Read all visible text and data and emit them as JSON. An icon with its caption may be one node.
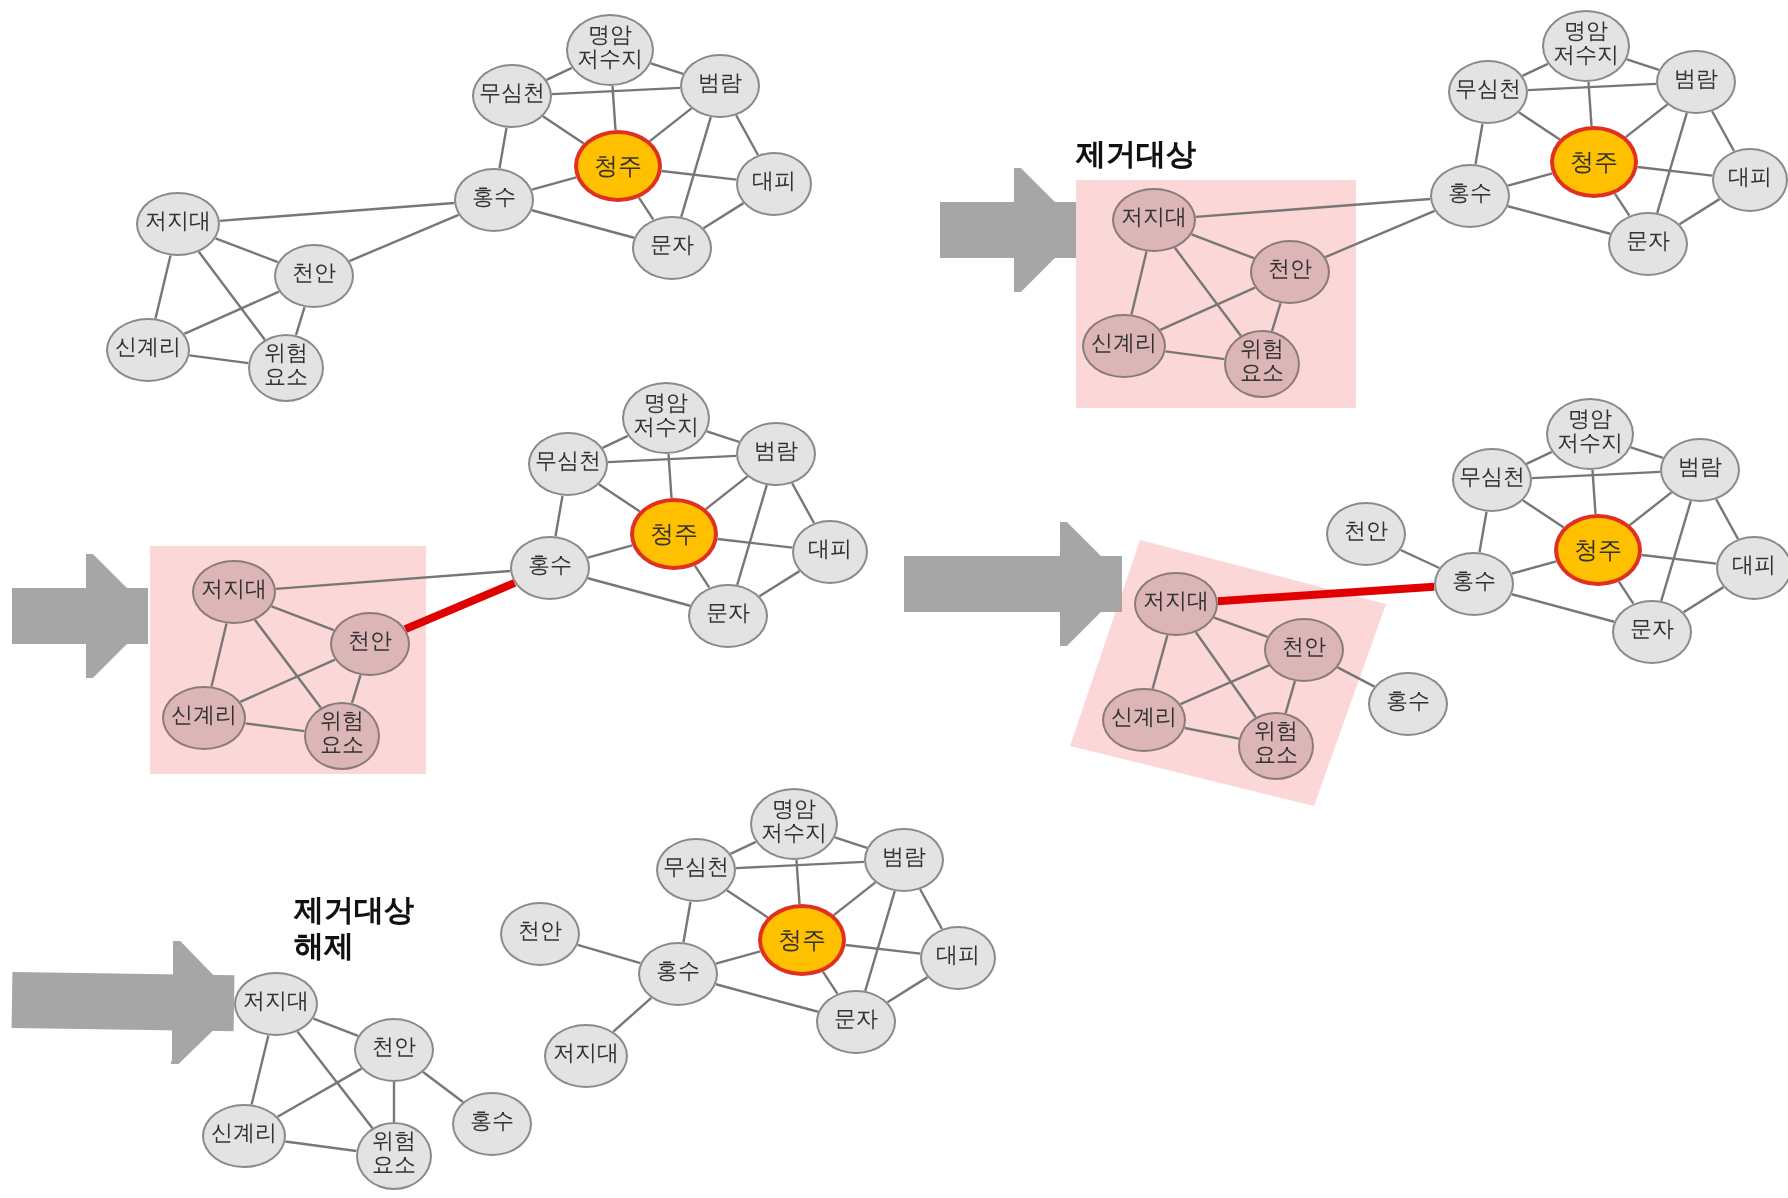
{
  "diagram": {
    "nodes": [
      {
        "text": [
          "명암 저수지"
        ]
      },
      {
        "text": [
          "무심천"
        ]
      },
      {
        "text": [
          "범람"
        ]
      },
      {
        "text": [
          "청주"
        ]
      },
      {
        "text": [
          "대피"
        ]
      },
      {
        "text": [
          "홍수"
        ]
      },
      {
        "text": [
          "문자"
        ]
      },
      {
        "text": [
          "저지대"
        ]
      },
      {
        "text": [
          "천안"
        ]
      },
      {
        "text": [
          "신계리"
        ]
      },
      {
        "text": [
          "위험 요소"
        ]
      },
      {
        "text": [
          "명암 저수지"
        ]
      },
      {
        "text": [
          "무심천"
        ]
      },
      {
        "text": [
          "범람"
        ]
      },
      {
        "text": [
          "청주"
        ]
      },
      {
        "text": [
          "대피"
        ]
      },
      {
        "text": [
          "홍수"
        ]
      },
      {
        "text": [
          "문자"
        ]
      },
      {
        "text": [
          "제거대상"
        ]
      },
      {
        "text": [
          "저지대"
        ],
        "in": 18
      },
      {
        "text": [
          "천안"
        ],
        "in": 18
      },
      {
        "text": [
          "신계리"
        ],
        "in": 18
      },
      {
        "text": [
          "위험 요소"
        ],
        "in": 18
      },
      {
        "text": [
          "명암 저수지"
        ]
      },
      {
        "text": [
          "무심천"
        ]
      },
      {
        "text": [
          "범람"
        ]
      },
      {
        "text": [
          "청주"
        ]
      },
      {
        "text": [
          "대피"
        ]
      },
      {
        "text": [
          "홍수"
        ]
      },
      {
        "text": [
          "문자"
        ]
      },
      {
        "text": [],
        "shape": "box"
      },
      {
        "text": [
          "저지대"
        ],
        "in": 30
      },
      {
        "text": [
          "천안"
        ],
        "in": 30
      },
      {
        "text": [
          "신계리"
        ],
        "in": 30
      },
      {
        "text": [
          "위험 요소"
        ],
        "in": 30
      },
      {
        "text": [
          "명암 저수지"
        ]
      },
      {
        "text": [
          "무심천"
        ]
      },
      {
        "text": [
          "범람"
        ]
      },
      {
        "text": [
          "청주"
        ]
      },
      {
        "text": [
          "대피"
        ]
      },
      {
        "text": [
          "천안"
        ]
      },
      {
        "text": [
          "홍수"
        ]
      },
      {
        "text": [
          "문자"
        ]
      },
      {
        "text": [],
        "shape": "box"
      },
      {
        "text": [
          "저지대"
        ],
        "in": 43
      },
      {
        "text": [
          "천안"
        ],
        "in": 43
      },
      {
        "text": [
          "홍수"
        ]
      },
      {
        "text": [
          "신계리"
        ],
        "in": 43
      },
      {
        "text": [
          "위험 요소"
        ],
        "in": 43
      },
      {
        "text": [
          "명암 저수지"
        ]
      },
      {
        "text": [
          "무심천"
        ]
      },
      {
        "text": [
          "범람"
        ]
      },
      {
        "text": [
          "천안"
        ]
      },
      {
        "text": [
          "청주"
        ]
      },
      {
        "text": [
          "홍수"
        ]
      },
      {
        "text": [
          "대피"
        ]
      },
      {
        "text": [
          "저지대"
        ]
      },
      {
        "text": [
          "문자"
        ]
      },
      {
        "text": [
          "저지대"
        ]
      },
      {
        "text": [
          "천안"
        ]
      },
      {
        "text": [
          "홍수"
        ]
      },
      {
        "text": [
          "신계리"
        ]
      },
      {
        "text": [
          "위험 요소"
        ]
      }
    ],
    "edges": [
      {
        "from": 0,
        "to": 1,
        "arrow": "none"
      },
      {
        "from": 0,
        "to": 2,
        "arrow": "none"
      },
      {
        "from": 0,
        "to": 3,
        "arrow": "none"
      },
      {
        "from": 1,
        "to": 2,
        "arrow": "none"
      },
      {
        "from": 1,
        "to": 3,
        "arrow": "none"
      },
      {
        "from": 1,
        "to": 5,
        "arrow": "none"
      },
      {
        "from": 2,
        "to": 3,
        "arrow": "none"
      },
      {
        "from": 2,
        "to": 4,
        "arrow": "none"
      },
      {
        "from": 2,
        "to": 6,
        "arrow": "none"
      },
      {
        "from": 3,
        "to": 5,
        "arrow": "none"
      },
      {
        "from": 3,
        "to": 4,
        "arrow": "none"
      },
      {
        "from": 3,
        "to": 6,
        "arrow": "none"
      },
      {
        "from": 4,
        "to": 6,
        "arrow": "none"
      },
      {
        "from": 5,
        "to": 6,
        "arrow": "none"
      },
      {
        "from": 7,
        "to": 8,
        "arrow": "none"
      },
      {
        "from": 7,
        "to": 9,
        "arrow": "none"
      },
      {
        "from": 7,
        "to": 10,
        "arrow": "none"
      },
      {
        "from": 8,
        "to": 9,
        "arrow": "none"
      },
      {
        "from": 8,
        "to": 10,
        "arrow": "none"
      },
      {
        "from": 9,
        "to": 10,
        "arrow": "none"
      },
      {
        "from": 7,
        "to": 5,
        "arrow": "none"
      },
      {
        "from": 8,
        "to": 5,
        "arrow": "none"
      },
      {
        "from": null,
        "to": 18,
        "arrow": "to",
        "style": "thick",
        "color": "#a6a6a6"
      },
      {
        "from": 11,
        "to": 12,
        "arrow": "none"
      },
      {
        "from": 11,
        "to": 13,
        "arrow": "none"
      },
      {
        "from": 11,
        "to": 14,
        "arrow": "none"
      },
      {
        "from": 12,
        "to": 13,
        "arrow": "none"
      },
      {
        "from": 12,
        "to": 14,
        "arrow": "none"
      },
      {
        "from": 12,
        "to": 16,
        "arrow": "none"
      },
      {
        "from": 13,
        "to": 14,
        "arrow": "none"
      },
      {
        "from": 13,
        "to": 15,
        "arrow": "none"
      },
      {
        "from": 13,
        "to": 17,
        "arrow": "none"
      },
      {
        "from": 14,
        "to": 16,
        "arrow": "none"
      },
      {
        "from": 14,
        "to": 15,
        "arrow": "none"
      },
      {
        "from": 14,
        "to": 17,
        "arrow": "none"
      },
      {
        "from": 15,
        "to": 17,
        "arrow": "none"
      },
      {
        "from": 16,
        "to": 17,
        "arrow": "none"
      },
      {
        "from": 19,
        "to": 20,
        "arrow": "none"
      },
      {
        "from": 19,
        "to": 21,
        "arrow": "none"
      },
      {
        "from": 19,
        "to": 22,
        "arrow": "none"
      },
      {
        "from": 20,
        "to": 21,
        "arrow": "none"
      },
      {
        "from": 20,
        "to": 22,
        "arrow": "none"
      },
      {
        "from": 21,
        "to": 22,
        "arrow": "none"
      },
      {
        "from": 19,
        "to": 16,
        "arrow": "none"
      },
      {
        "from": 20,
        "to": 16,
        "arrow": "none"
      },
      {
        "from": null,
        "to": 30,
        "arrow": "to",
        "style": "thick",
        "color": "#a6a6a6"
      },
      {
        "from": 23,
        "to": 24,
        "arrow": "none"
      },
      {
        "from": 23,
        "to": 25,
        "arrow": "none"
      },
      {
        "from": 23,
        "to": 26,
        "arrow": "none"
      },
      {
        "from": 24,
        "to": 25,
        "arrow": "none"
      },
      {
        "from": 24,
        "to": 26,
        "arrow": "none"
      },
      {
        "from": 24,
        "to": 28,
        "arrow": "none"
      },
      {
        "from": 25,
        "to": 26,
        "arrow": "none"
      },
      {
        "from": 25,
        "to": 27,
        "arrow": "none"
      },
      {
        "from": 25,
        "to": 29,
        "arrow": "none"
      },
      {
        "from": 26,
        "to": 28,
        "arrow": "none"
      },
      {
        "from": 26,
        "to": 27,
        "arrow": "none"
      },
      {
        "from": 26,
        "to": 29,
        "arrow": "none"
      },
      {
        "from": 27,
        "to": 29,
        "arrow": "none"
      },
      {
        "from": 28,
        "to": 29,
        "arrow": "none"
      },
      {
        "from": 31,
        "to": 32,
        "arrow": "none"
      },
      {
        "from": 31,
        "to": 33,
        "arrow": "none"
      },
      {
        "from": 31,
        "to": 34,
        "arrow": "none"
      },
      {
        "from": 32,
        "to": 33,
        "arrow": "none"
      },
      {
        "from": 32,
        "to": 34,
        "arrow": "none"
      },
      {
        "from": 33,
        "to": 34,
        "arrow": "none"
      },
      {
        "from": 31,
        "to": 28,
        "arrow": "none"
      },
      {
        "from": 32,
        "to": 28,
        "arrow": "none",
        "style": "thick",
        "color": "#e00000"
      },
      {
        "from": null,
        "to": 43,
        "arrow": "to",
        "style": "thick",
        "color": "#a6a6a6"
      },
      {
        "from": 35,
        "to": 36,
        "arrow": "none"
      },
      {
        "from": 35,
        "to": 37,
        "arrow": "none"
      },
      {
        "from": 35,
        "to": 38,
        "arrow": "none"
      },
      {
        "from": 36,
        "to": 37,
        "arrow": "none"
      },
      {
        "from": 36,
        "to": 38,
        "arrow": "none"
      },
      {
        "from": 36,
        "to": 41,
        "arrow": "none"
      },
      {
        "from": 37,
        "to": 38,
        "arrow": "none"
      },
      {
        "from": 37,
        "to": 39,
        "arrow": "none"
      },
      {
        "from": 37,
        "to": 42,
        "arrow": "none"
      },
      {
        "from": 38,
        "to": 41,
        "arrow": "none"
      },
      {
        "from": 38,
        "to": 39,
        "arrow": "none"
      },
      {
        "from": 38,
        "to": 42,
        "arrow": "none"
      },
      {
        "from": 39,
        "to": 42,
        "arrow": "none"
      },
      {
        "from": 41,
        "to": 42,
        "arrow": "none"
      },
      {
        "from": 40,
        "to": 41,
        "arrow": "none"
      },
      {
        "from": 44,
        "to": 45,
        "arrow": "none"
      },
      {
        "from": 44,
        "to": 47,
        "arrow": "none"
      },
      {
        "from": 44,
        "to": 48,
        "arrow": "none"
      },
      {
        "from": 45,
        "to": 47,
        "arrow": "none"
      },
      {
        "from": 45,
        "to": 48,
        "arrow": "none"
      },
      {
        "from": 47,
        "to": 48,
        "arrow": "none"
      },
      {
        "from": 45,
        "to": 46,
        "arrow": "none"
      },
      {
        "from": 44,
        "to": 41,
        "arrow": "none",
        "style": "thick",
        "color": "#e00000"
      },
      {
        "from": null,
        "to": 58,
        "arrow": "to",
        "style": "thick",
        "color": "#a6a6a6"
      },
      {
        "from": 49,
        "to": 50,
        "arrow": "none"
      },
      {
        "from": 49,
        "to": 51,
        "arrow": "none"
      },
      {
        "from": 49,
        "to": 53,
        "arrow": "none"
      },
      {
        "from": 50,
        "to": 51,
        "arrow": "none"
      },
      {
        "from": 50,
        "to": 53,
        "arrow": "none"
      },
      {
        "from": 50,
        "to": 54,
        "arrow": "none"
      },
      {
        "from": 51,
        "to": 53,
        "arrow": "none"
      },
      {
        "from": 51,
        "to": 55,
        "arrow": "none"
      },
      {
        "from": 51,
        "to": 57,
        "arrow": "none"
      },
      {
        "from": 53,
        "to": 54,
        "arrow": "none"
      },
      {
        "from": 53,
        "to": 55,
        "arrow": "none"
      },
      {
        "from": 53,
        "to": 57,
        "arrow": "none"
      },
      {
        "from": 55,
        "to": 57,
        "arrow": "none"
      },
      {
        "from": 54,
        "to": 57,
        "arrow": "none"
      },
      {
        "from": 52,
        "to": 54,
        "arrow": "none"
      },
      {
        "from": 56,
        "to": 54,
        "arrow": "none"
      },
      {
        "from": 58,
        "to": 59,
        "arrow": "none"
      },
      {
        "from": 58,
        "to": 61,
        "arrow": "none"
      },
      {
        "from": 58,
        "to": 62,
        "arrow": "none"
      },
      {
        "from": 59,
        "to": 61,
        "arrow": "none"
      },
      {
        "from": 59,
        "to": 62,
        "arrow": "none"
      },
      {
        "from": 61,
        "to": 62,
        "arrow": "none"
      },
      {
        "from": 59,
        "to": 60,
        "arrow": "none"
      }
    ],
    "labels": [
      "제거대상 해제"
    ]
  }
}
